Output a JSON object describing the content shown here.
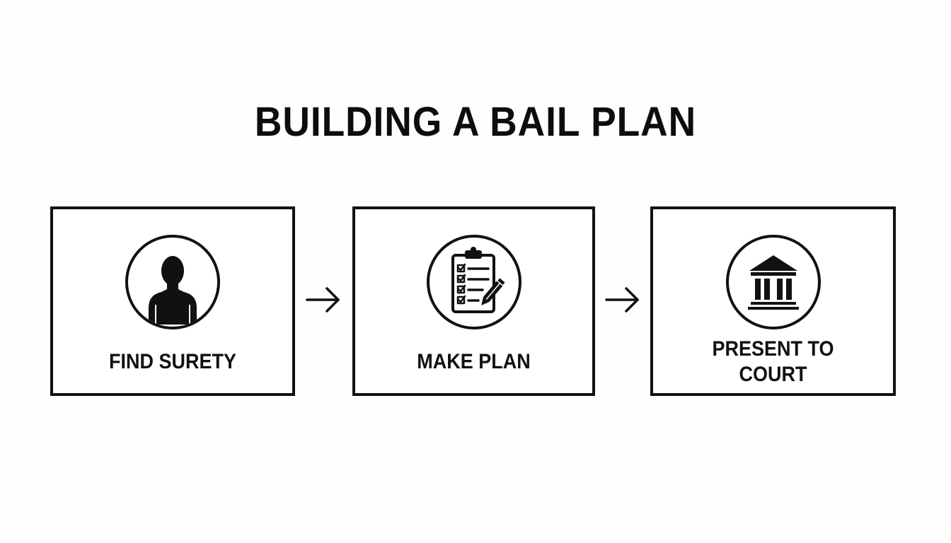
{
  "diagram": {
    "title": "BUILDING A BAIL PLAN",
    "steps": [
      {
        "label": "FIND SURETY",
        "icon": "person-silhouette-icon"
      },
      {
        "label": "MAKE PLAN",
        "icon": "clipboard-checklist-icon"
      },
      {
        "label": "PRESENT TO COURT",
        "icon": "courthouse-icon"
      }
    ],
    "connector_icon": "right-arrow-icon",
    "colors": {
      "stroke": "#111111",
      "background": "#fefefe"
    }
  }
}
